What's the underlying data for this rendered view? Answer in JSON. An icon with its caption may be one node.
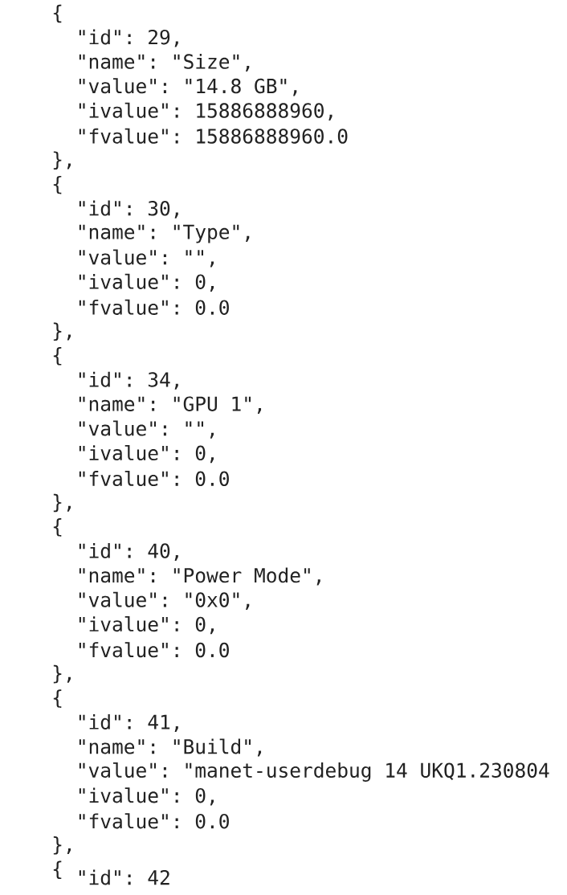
{
  "diagram": {
    "labels": [
      "{",
      "\"id\": 29,",
      "\"name\": \"Size\",",
      "\"value\": \"14.8 GB\",",
      "\"ivalue\": 15886888960,",
      "\"fvalue\": 15886888960.0",
      "},",
      "{",
      "\"id\": 30,",
      "\"name\": \"Type\",",
      "\"value\": \"\",",
      "\"ivalue\": 0,",
      "\"fvalue\": 0.0",
      "},",
      "{",
      "\"id\": 34,",
      "\"name\": \"GPU 1\",",
      "\"value\": \"\",",
      "\"ivalue\": 0,",
      "\"fvalue\": 0.0",
      "},",
      "{",
      "\"id\": 40,",
      "\"name\": \"Power Mode\",",
      "\"value\": \"0x0\",",
      "\"ivalue\": 0,",
      "\"fvalue\": 0.0",
      "},",
      "{",
      "\"id\": 41,",
      "\"name\": \"Build\",",
      "\"value\": \"manet-userdebug 14 UKQ1.230804",
      "\"ivalue\": 0,",
      "\"fvalue\": 0.0",
      "},",
      "{",
      "\"id\": 42"
    ]
  }
}
